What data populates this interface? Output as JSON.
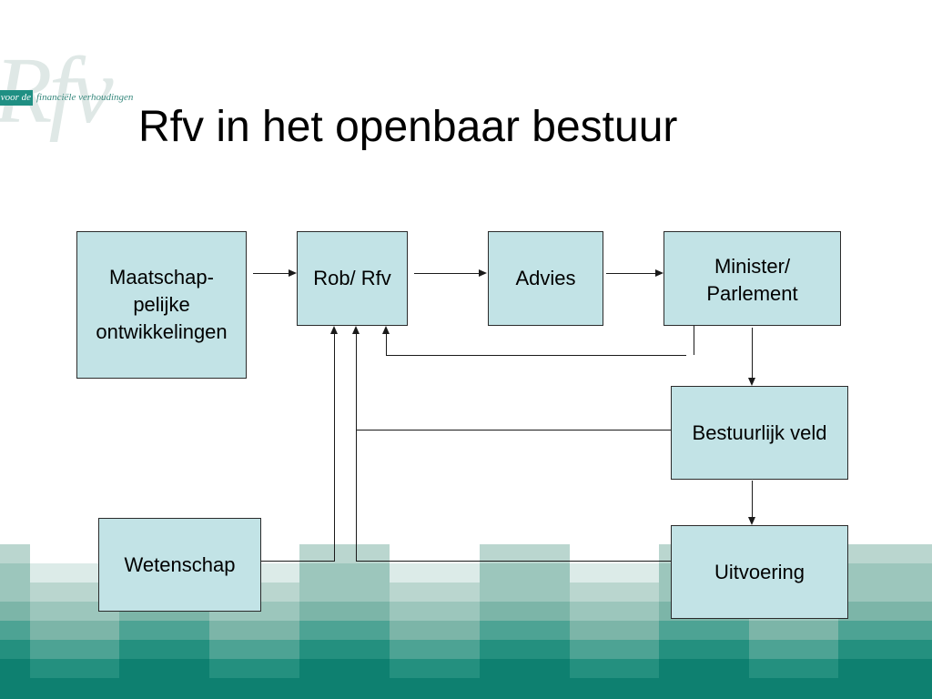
{
  "slide": {
    "title": "Rfv in het openbaar bestuur"
  },
  "logo": {
    "wordmark": "Rfv",
    "prefix": "voor de",
    "tagline": "financiële verhoudingen"
  },
  "diagram": {
    "nodes": {
      "maatschappelijke": "Maatschap-\npelijke\nontwikkelingen",
      "rob_rfv": "Rob/ Rfv",
      "advies": "Advies",
      "minister": "Minister/\nParlement",
      "bestuurlijk": "Bestuurlijk veld",
      "wetenschap": "Wetenschap",
      "uitvoering": "Uitvoering"
    }
  },
  "colors": {
    "box_fill": "#c2e3e6",
    "stripe_shades": [
      "#ffffff",
      "#dcebe8",
      "#bad6cf",
      "#9cc6bc",
      "#7cb5a8",
      "#4da394",
      "#24907f",
      "#0e8070"
    ]
  }
}
